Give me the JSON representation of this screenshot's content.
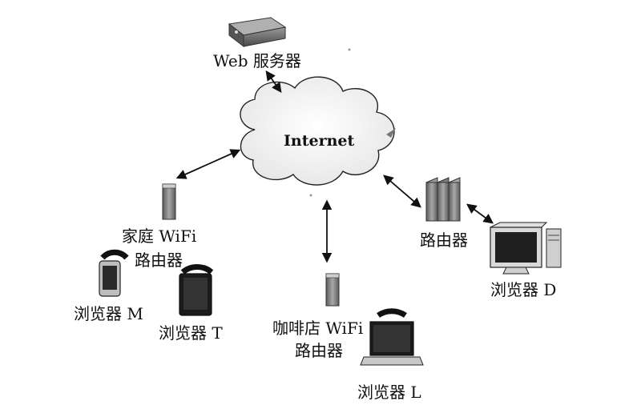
{
  "nodes": {
    "web_server": {
      "label": "Web 服务器",
      "icon": "server-icon"
    },
    "internet": {
      "label": "Internet",
      "icon": "cloud-icon"
    },
    "home_router": {
      "label_line1": "家庭 WiFi",
      "label_line2": "路由器",
      "icon": "wifi-router-icon"
    },
    "cafe_router": {
      "label_line1": "咖啡店 WiFi",
      "label_line2": "路由器",
      "icon": "wifi-router-icon"
    },
    "router": {
      "label": "路由器",
      "icon": "router-rack-icon"
    },
    "browser_m": {
      "label": "浏览器 M",
      "icon": "smartphone-icon"
    },
    "browser_t": {
      "label": "浏览器 T",
      "icon": "tablet-icon"
    },
    "browser_l": {
      "label": "浏览器 L",
      "icon": "laptop-icon"
    },
    "browser_d": {
      "label": "浏览器 D",
      "icon": "desktop-computer-icon"
    }
  },
  "colors": {
    "ink": "#111111",
    "device_gray": "#7a7a7a",
    "screen_dark": "#222222",
    "cloud_fill": "#f7f7f7"
  }
}
